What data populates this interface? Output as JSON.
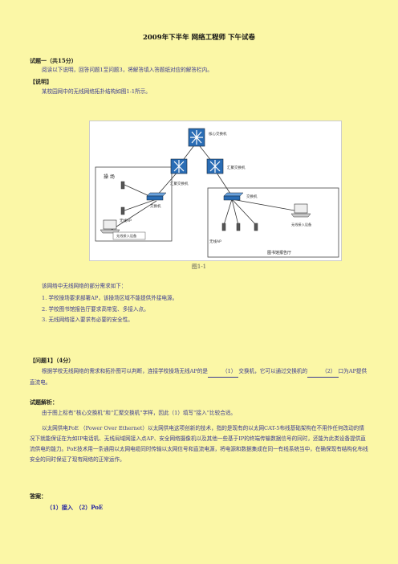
{
  "doc": {
    "title": "2009年下半年 网络工程师 下午试卷",
    "q1_heading": "试题一（共15分）",
    "q1_instruction": "阅读以下说明，回答问题1至问题3，将解答填入答题纸对应的解答栏内。",
    "desc_heading": "【说明】",
    "desc_text": "某校园网中的无线网络拓扑结构如图1-1所示。",
    "figure_caption": "图1-1",
    "req_intro": "该网络中无线网络的部分需求如下：",
    "req_items": [
      "1. 学校操场要求部署AP，该操场区域不能提供外接电源。",
      "2. 学校图书馆报告厅要求高带宽、多接入点。",
      "3. 无线网络接入要求有必要的安全性。"
    ],
    "sub_q1_heading": "【问题1】（4分）",
    "sub_q1_text_a": "根据学校无线网络的需求和拓扑图可以判断，连接学校操场无线AP的是",
    "blank1": "（1）",
    "sub_q1_text_b": "交换机，它可以通过交换机的",
    "blank2": "（2）",
    "sub_q1_text_c": "口为AP提供直流电。",
    "analysis_heading": "试题解析：",
    "analysis_p1": "由于图上标有“核心交换机”和“汇聚交换机”字样，因此（1）填写“接入”比较合适。",
    "analysis_p2": "以太网供电PoE （Power Over Ethernet）以太网供电这项创新的技术，指的是现有的以太网CAT-5布线基础架构在不用作任何改动的情况下就能保证在为如IP电话机、无线局域网接入点AP、安全网络摄像机以及其他一些基于IP的终端传输数据信号的同时，还能为此类设备提供直流供电的能力。PoE技术用一条通用以太网电缆同时传输以太网信号和直流电源，将电源和数据集成在同一有线系统当中，在确保现有结构化布线安全的同时保证了现有网络的正常运作。",
    "answer_heading": "答案：",
    "answer_text": "（1）接入　（2）PoE"
  },
  "diagram": {
    "core_switch": "核心交换机",
    "agg_switch_left": "汇聚交换机",
    "agg_switch_right": "汇聚交换机",
    "area_playground": "操 场",
    "area_library": "图书馆报告厅",
    "switch_left": "交换机",
    "switch_right": "交换机",
    "ap_label": "无线AP",
    "ap_label_right": "无线AP",
    "laptop_left": "无线接入设备",
    "laptop_right": "无线接入设备"
  }
}
